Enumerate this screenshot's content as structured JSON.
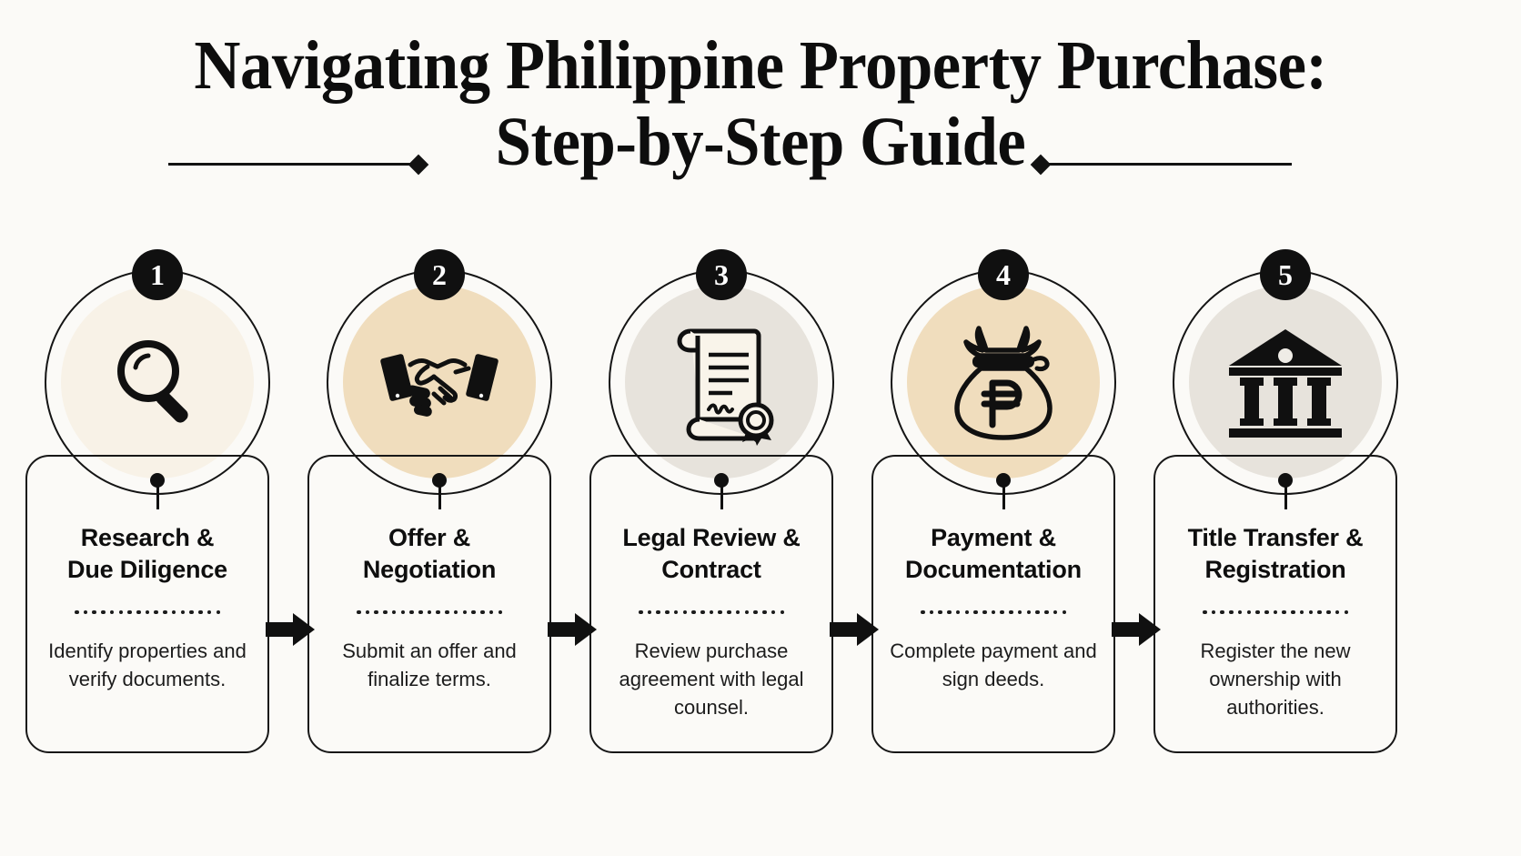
{
  "header": {
    "title_line1": "Navigating Philippine Property Purchase:",
    "title_line2": "Step-by-Step Guide",
    "ornament": "diamond"
  },
  "theme": {
    "background": "#fbfaf7",
    "ink": "#101010",
    "circle_cream": "#f8f2e7",
    "circle_tan": "#f0ddbd",
    "circle_grey": "#e7e3dc",
    "badge_bg": "#101010",
    "badge_text": "#ffffff"
  },
  "steps": [
    {
      "number": "1",
      "icon": "magnifying-glass-icon",
      "circle_color": "#f8f2e7",
      "title": "Research &\nDue Diligence",
      "title_line1": "Research &",
      "title_line2": "Due Diligence",
      "body": "Identify properties and verify documents."
    },
    {
      "number": "2",
      "icon": "handshake-icon",
      "circle_color": "#f0ddbd",
      "title": "Offer &\nNegotiation",
      "title_line1": "Offer &",
      "title_line2": "Negotiation",
      "body": "Submit an offer and finalize terms."
    },
    {
      "number": "3",
      "icon": "contract-scroll-seal-icon",
      "circle_color": "#e7e3dc",
      "title": "Legal Review &\nContract",
      "title_line1": "Legal Review &",
      "title_line2": "Contract",
      "body": "Review purchase agreement with legal counsel."
    },
    {
      "number": "4",
      "icon": "money-bag-peso-icon",
      "circle_color": "#f0ddbd",
      "title": "Payment &\nDocumentation",
      "title_line1": "Payment &",
      "title_line2": "Documentation",
      "body": "Complete payment and sign deeds."
    },
    {
      "number": "5",
      "icon": "bank-building-icon",
      "circle_color": "#e7e3dc",
      "title": "Title Transfer &\nRegistration",
      "title_line1": "Title Transfer &",
      "title_line2": "Registration",
      "body": "Register the new ownership with authorities."
    }
  ],
  "arrows": [
    {
      "name": "arrow-step1-to-step2",
      "glyph": "right-arrow-icon"
    },
    {
      "name": "arrow-step2-to-step3",
      "glyph": "right-arrow-icon"
    },
    {
      "name": "arrow-step3-to-step4",
      "glyph": "right-arrow-icon"
    },
    {
      "name": "arrow-step4-to-step5",
      "glyph": "right-arrow-icon"
    }
  ]
}
